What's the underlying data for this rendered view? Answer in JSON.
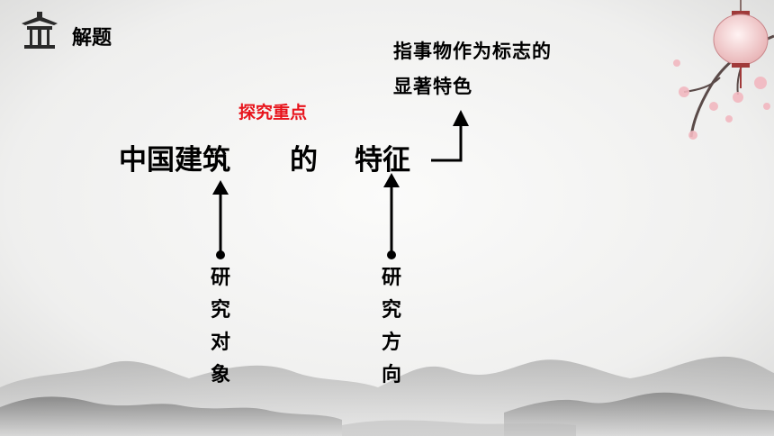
{
  "header": {
    "title": "解题",
    "icon": "pavilion-icon"
  },
  "definition": {
    "line1": "指事物作为标志的",
    "line2": "显著特色"
  },
  "focus_label": "探究重点",
  "main_phrase": {
    "part1": "中国建筑",
    "part2": "的",
    "part3": "特征"
  },
  "annotations": [
    {
      "chars": [
        "研",
        "究",
        "对",
        "象"
      ]
    },
    {
      "chars": [
        "研",
        "究",
        "方",
        "向"
      ]
    }
  ],
  "colors": {
    "focus": "#e8141c",
    "text": "#000000"
  },
  "decorations": [
    "plum-blossom-branch",
    "paper-lantern",
    "ink-mountains"
  ]
}
